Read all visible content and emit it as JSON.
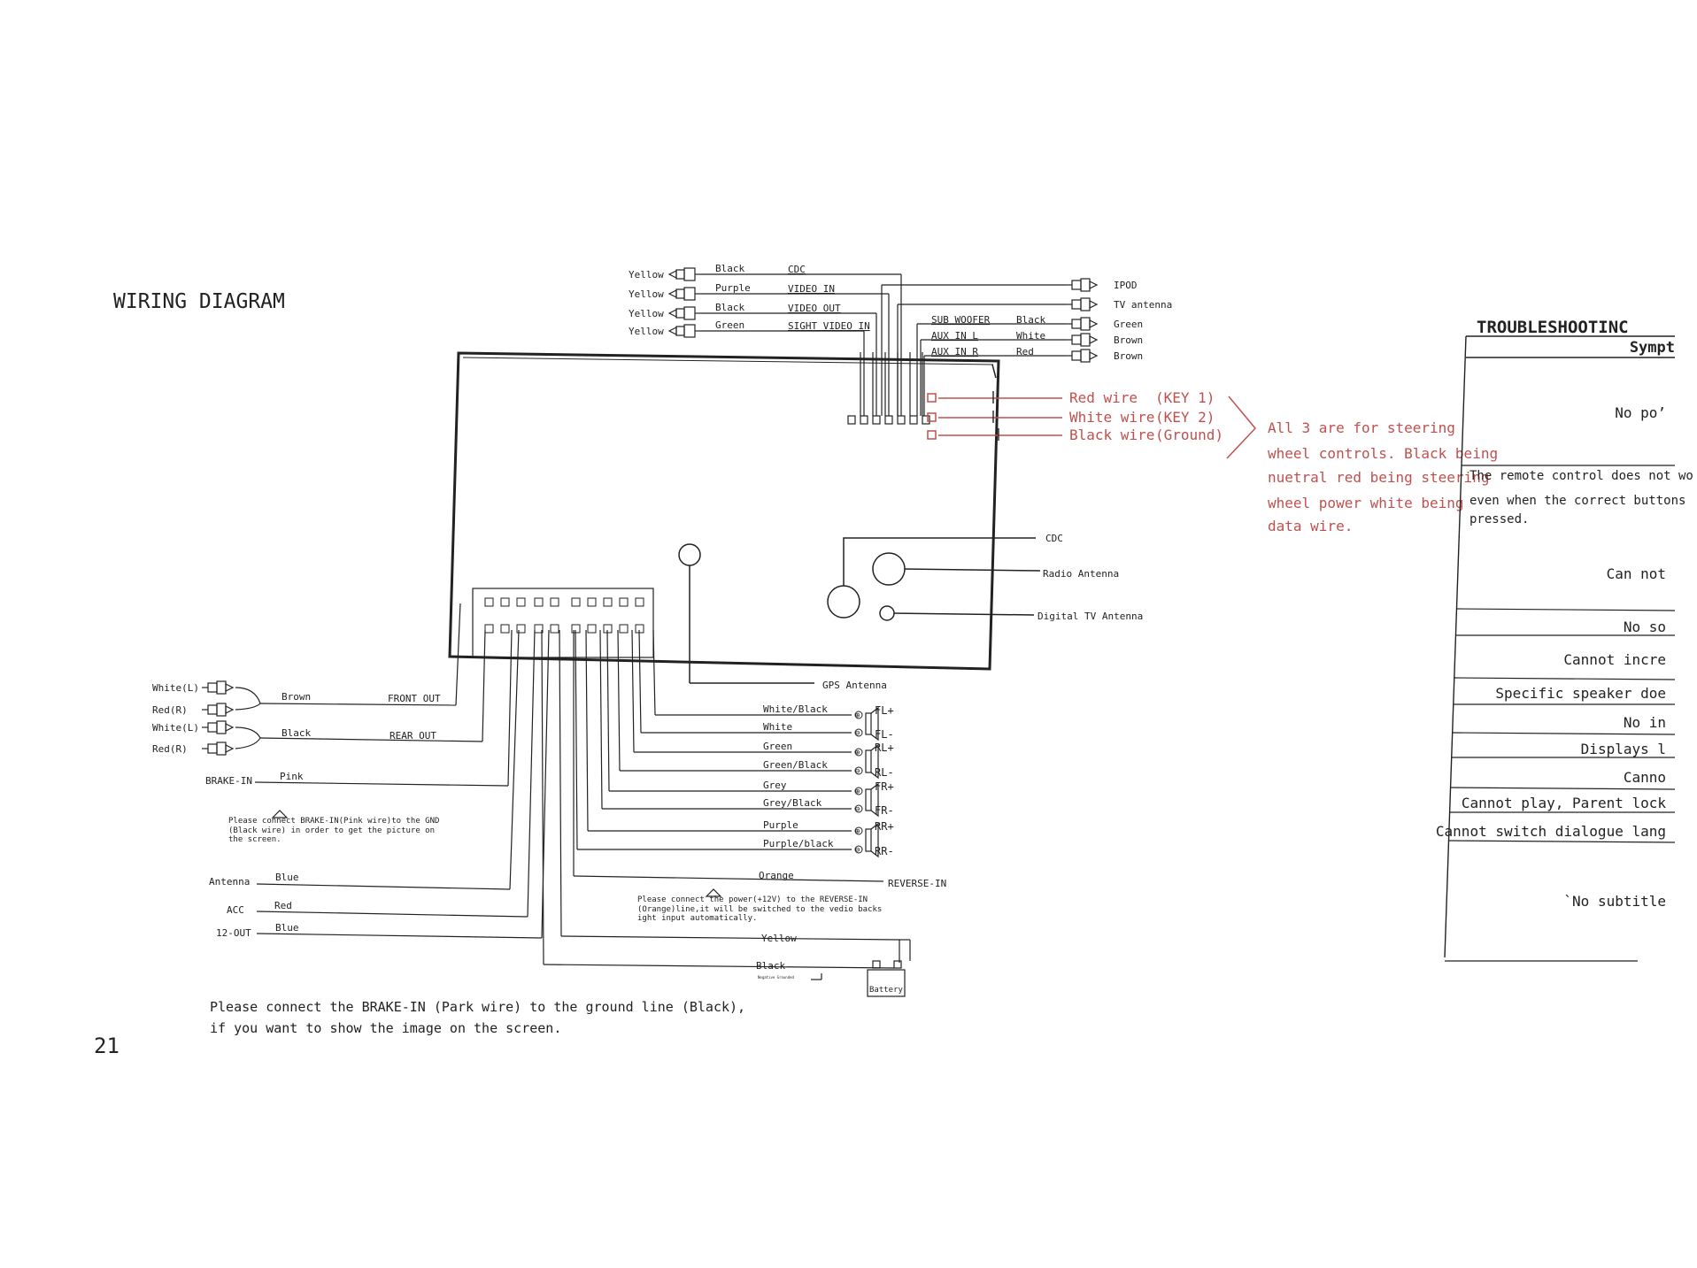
{
  "page": {
    "title": "WIRING DIAGRAM",
    "page_number": "21"
  },
  "top_rca": [
    {
      "plug": "Yellow",
      "wire": "Black",
      "label": "CDC"
    },
    {
      "plug": "Yellow",
      "wire": "Purple",
      "label": "VIDEO IN"
    },
    {
      "plug": "Yellow",
      "wire": "Black",
      "label": "VIDEO OUT"
    },
    {
      "plug": "Yellow",
      "wire": "Green",
      "label": "SIGHT VIDEO IN"
    }
  ],
  "right_rca": [
    {
      "plug": "IPOD",
      "wire": "",
      "label": ""
    },
    {
      "plug": "TV antenna",
      "wire": "",
      "label": ""
    },
    {
      "plug": "Green",
      "wire": "Black",
      "label": "SUB WOOFER"
    },
    {
      "plug": "Brown",
      "wire": "White",
      "label": "AUX IN L"
    },
    {
      "plug": "Brown",
      "wire": "Red",
      "label": "AUX IN R"
    }
  ],
  "steering": {
    "wires": [
      {
        "name": "Red wire",
        "key": "(KEY 1)"
      },
      {
        "name": "White wire",
        "key": "(KEY 2)"
      },
      {
        "name": "Black wire",
        "key": "(Ground)"
      }
    ],
    "note_lines": [
      "All 3 are for steering",
      "wheel controls. Black being",
      "nuetral red being steering",
      "wheel power white being",
      "data wire."
    ]
  },
  "antennas": {
    "cdc": "CDC",
    "radio": "Radio Antenna",
    "digital_tv": "Digital TV Antenna",
    "gps": "GPS Antenna"
  },
  "left_rca": {
    "plugs": [
      "White(L)",
      "Red(R)",
      "White(L)",
      "Red(R)"
    ],
    "front_wire": "Brown",
    "front_label": "FRONT OUT",
    "rear_wire": "Black",
    "rear_label": "REAR OUT"
  },
  "left_wires": {
    "brake_label": "BRAKE-IN",
    "brake_wire": "Pink",
    "brake_note": [
      "Please connect BRAKE-IN(Pink wire)to the GND",
      "(Black wire) in order to get the picture on",
      "the screen."
    ],
    "antenna_label": "Antenna",
    "antenna_wire": "Blue",
    "acc_label": "ACC",
    "acc_wire": "Red",
    "out_label": "12-OUT",
    "out_wire": "Blue"
  },
  "speakers": [
    {
      "wire": "White/Black",
      "term": "FL+"
    },
    {
      "wire": "White",
      "term": "FL-"
    },
    {
      "wire": "Green",
      "term": "RL+"
    },
    {
      "wire": "Green/Black",
      "term": "RL-"
    },
    {
      "wire": "Grey",
      "term": "FR+"
    },
    {
      "wire": "Grey/Black",
      "term": "FR-"
    },
    {
      "wire": "Purple",
      "term": "RR+"
    },
    {
      "wire": "Purple/black",
      "term": "RR-"
    }
  ],
  "reverse": {
    "wire": "Orange",
    "label": "REVERSE-IN",
    "note": [
      "Please connect the power(+12V) to the REVERSE-IN",
      "(Orange)line,it will be switched to the vedio backs",
      "ight input automatically."
    ]
  },
  "power": {
    "yellow": "Yellow",
    "black": "Black",
    "ground_note": "Negative Grounded",
    "battery": "Battery"
  },
  "bottom_note": [
    "Please connect the BRAKE-IN (Park wire) to the ground line (Black),",
    "if you want to show the image on the screen."
  ],
  "troubleshooting": {
    "title": "TROUBLESHOOTINC",
    "col": "Sympt",
    "rows": [
      [
        "No po’"
      ],
      [
        "The remote control does not wo",
        "even when the correct buttons",
        "pressed."
      ],
      [
        "Can not"
      ],
      [
        "No so"
      ],
      [
        "Cannot incre"
      ],
      [
        "Specific speaker doe"
      ],
      [
        "No in"
      ],
      [
        "Displays l"
      ],
      [
        "Canno"
      ],
      [
        "Cannot play, Parent lock"
      ],
      [
        "Cannot switch dialogue lang"
      ],
      [
        "`No subtitle"
      ]
    ]
  }
}
